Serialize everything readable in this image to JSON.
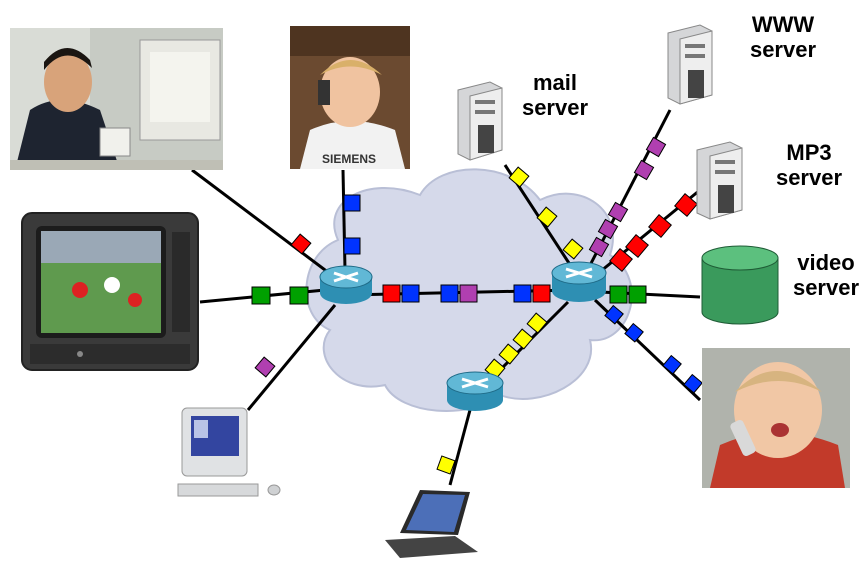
{
  "labels": {
    "www": [
      "WWW",
      "server"
    ],
    "mail": [
      "mail",
      "server"
    ],
    "mp3": [
      "MP3",
      "server"
    ],
    "video": [
      "video",
      "server"
    ]
  },
  "photo_text": {
    "shirt_sponsor": "SIEMENS"
  },
  "colors": {
    "cloud": "#d5d9ea",
    "cloud_edge": "#b9bfd6",
    "router": "#2e8fb3",
    "router_top": "#61b8d6",
    "link": "#000000",
    "packet_red": "#ff0000",
    "packet_green": "#00a000",
    "packet_blue": "#0033ff",
    "packet_yellow": "#ffff00",
    "packet_magenta": "#b03fb0",
    "video_server": "#3a9a5c"
  },
  "icons": [
    "office-worker-photo",
    "boy-phone-photo",
    "tv-icon",
    "desktop-pc-icon",
    "laptop-icon",
    "server-tower-icon",
    "database-cylinder-icon",
    "router-icon",
    "toddler-phone-photo"
  ]
}
